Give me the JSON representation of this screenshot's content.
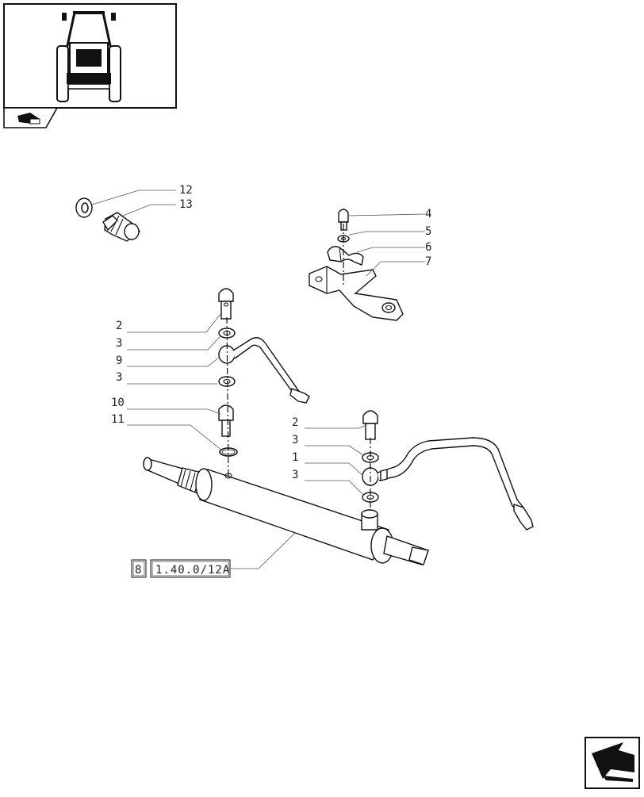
{
  "callouts": {
    "c12": "12",
    "c13": "13",
    "c4": "4",
    "c5": "5",
    "c6": "6",
    "c7": "7",
    "l2": "2",
    "l3a": "3",
    "l9": "9",
    "l3b": "3",
    "l10": "10",
    "l11": "11",
    "r2": "2",
    "r3a": "3",
    "r1": "1",
    "r3b": "3"
  },
  "reference": {
    "section": "8",
    "code": "1.40.0/12A"
  },
  "icons": {
    "thumbnail": "tractor-front-view-icon",
    "folder": "folder-icon",
    "nav": "next-page-arrow-icon"
  }
}
